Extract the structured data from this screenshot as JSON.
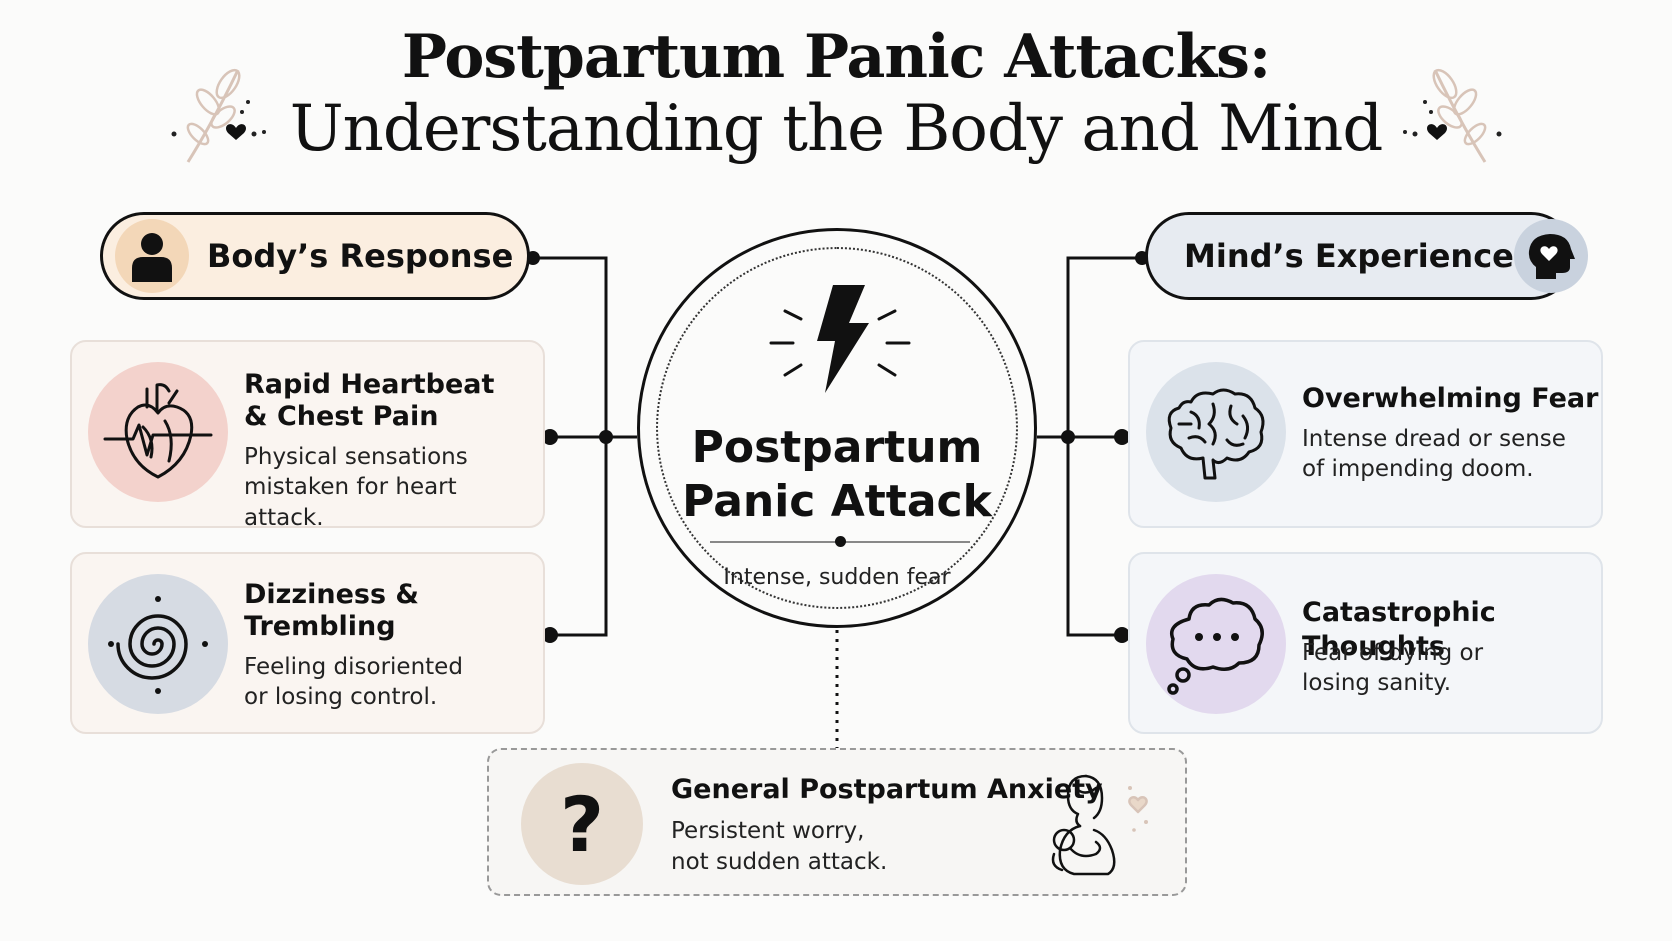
{
  "title": {
    "line1": "Postpartum Panic Attacks:",
    "line2": "Understanding the Body and Mind"
  },
  "colors": {
    "body_accent": "#fbeee0",
    "mind_accent": "#e7ebf1",
    "heart_icon_bg": "#f3d2cc",
    "dizzy_icon_bg": "#d6dbe3",
    "brain_icon_bg": "#dbe2ea",
    "thought_icon_bg": "#e2d9ee",
    "anxiety_icon_bg": "#e8ddd1",
    "line": "#111111"
  },
  "body": {
    "header": {
      "label": "Body’s Response",
      "icon": "person-icon"
    },
    "items": [
      {
        "title_line1": "Rapid Heartbeat",
        "title_line2": "& Chest Pain",
        "desc_line1": "Physical sensations",
        "desc_line2": "mistaken for heart attack.",
        "icon": "heart-icon"
      },
      {
        "title_line1": "Dizziness &",
        "title_line2": "Trembling",
        "desc_line1": "Feeling disoriented",
        "desc_line2": "or losing control.",
        "icon": "spiral-icon"
      }
    ]
  },
  "mind": {
    "header": {
      "label": "Mind’s Experience",
      "icon": "head-heart-icon"
    },
    "items": [
      {
        "title": "Overwhelming Fear",
        "desc_line1": "Intense dread or sense",
        "desc_line2": "of impending doom.",
        "icon": "brain-icon"
      },
      {
        "title": "Catastrophic Thoughts",
        "desc_line1": "Fear of dying or",
        "desc_line2": "losing sanity.",
        "icon": "thought-bubble-icon"
      }
    ]
  },
  "center": {
    "title_line1": "Postpartum",
    "title_line2": "Panic Attack",
    "subtitle": "Intense, sudden fear",
    "icon": "lightning-icon"
  },
  "anxiety": {
    "title": "General Postpartum Anxiety",
    "desc_line1": "Persistent worry,",
    "desc_line2": "not sudden attack.",
    "icon_text": "?",
    "icon": "question-icon",
    "illustration": "mother-baby-icon"
  }
}
